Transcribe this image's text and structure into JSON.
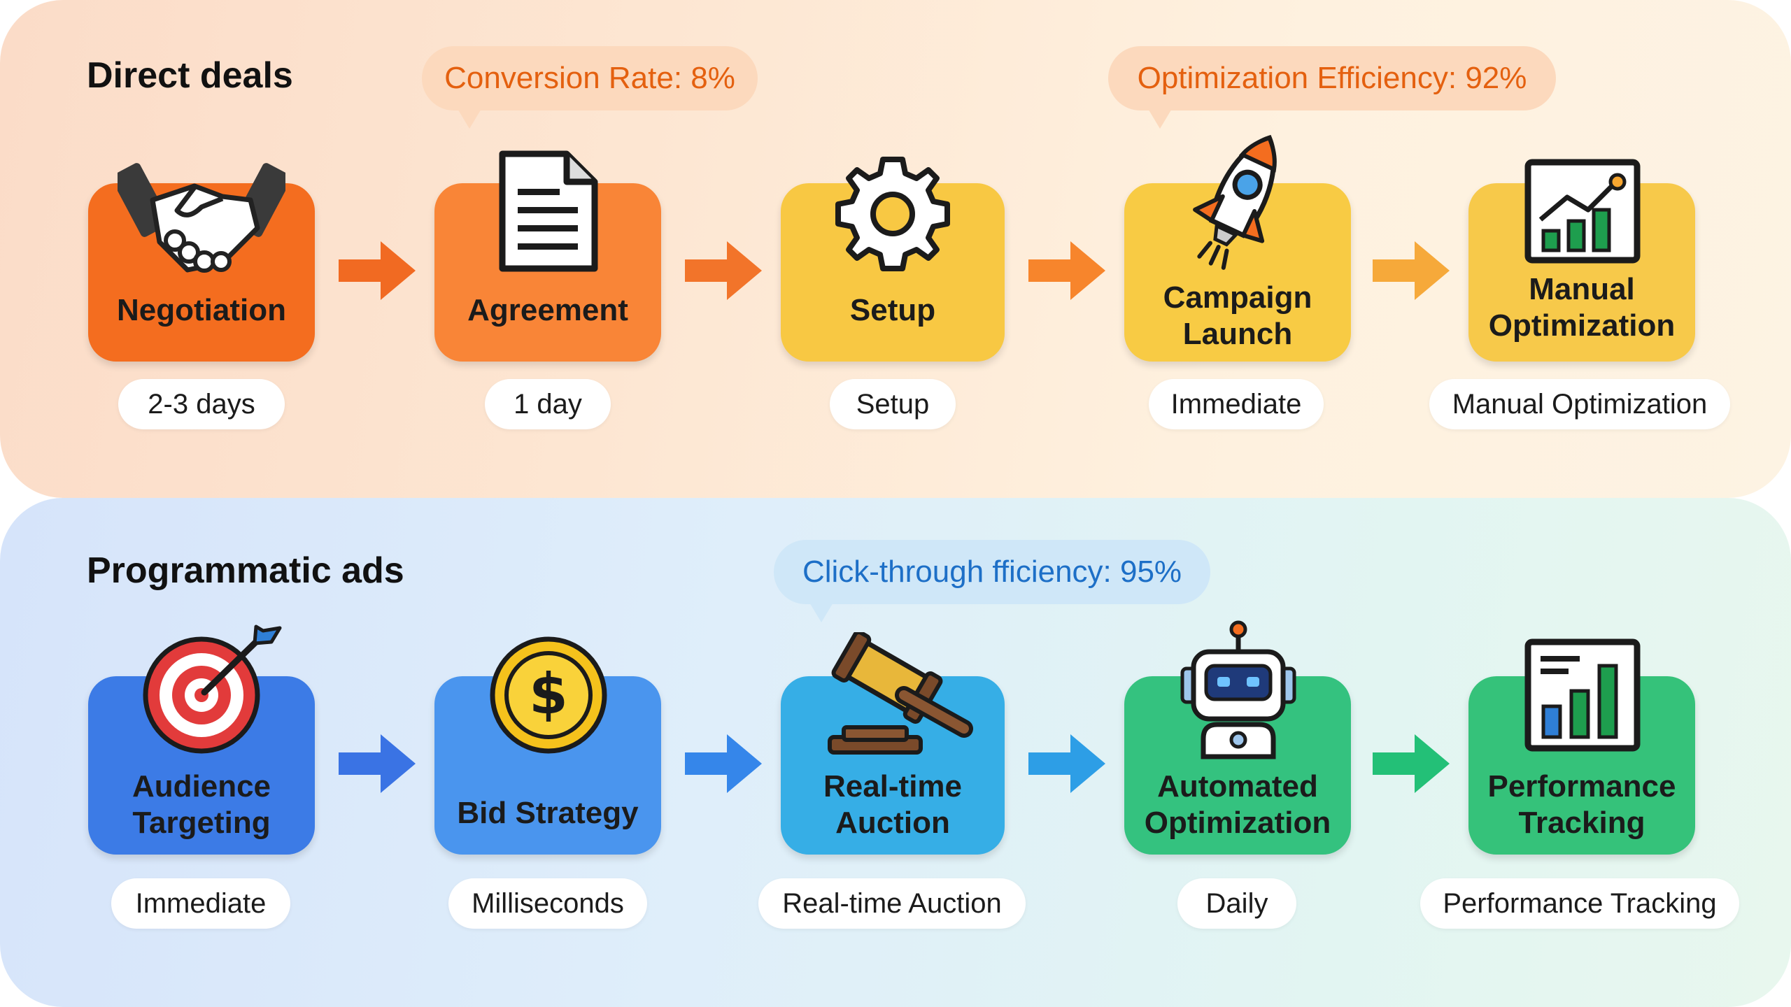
{
  "direct": {
    "title": "Direct deals",
    "callouts": [
      {
        "text": "Conversion Rate: 8%"
      },
      {
        "text": "Optimization Efficiency: 92%"
      }
    ],
    "steps": [
      {
        "label": "Negotiation",
        "duration": "2-3 days",
        "icon": "handshake-icon"
      },
      {
        "label": "Agreement",
        "duration": "1 day",
        "icon": "document-icon"
      },
      {
        "label": "Setup",
        "duration": "Setup",
        "icon": "gear-icon"
      },
      {
        "label": "Campaign Launch",
        "duration": "Immediate",
        "icon": "rocket-icon"
      },
      {
        "label": "Manual Optimization",
        "duration": "Manual Optimization",
        "icon": "chart-line-icon"
      }
    ],
    "colors": [
      "#f46d1f",
      "#f98537",
      "#f8c843",
      "#f8cb44",
      "#f7c94a"
    ],
    "arrow_colors": [
      "#f16a22",
      "#f2742a",
      "#f7852c",
      "#f6a93a"
    ]
  },
  "programmatic": {
    "title": "Programmatic ads",
    "callouts": [
      {
        "text": "Click-through fficiency: 95%"
      }
    ],
    "steps": [
      {
        "label": "Audience Targeting",
        "duration": "Immediate",
        "icon": "target-icon"
      },
      {
        "label": "Bid Strategy",
        "duration": "Milliseconds",
        "icon": "dollar-coin-icon"
      },
      {
        "label": "Real-time Auction",
        "duration": "Real-time Auction",
        "icon": "gavel-icon"
      },
      {
        "label": "Automated Optimization",
        "duration": "Daily",
        "icon": "robot-icon"
      },
      {
        "label": "Performance Tracking",
        "duration": "Performance Tracking",
        "icon": "bar-chart-icon"
      }
    ],
    "colors": [
      "#3c7be6",
      "#4a95ee",
      "#36aee6",
      "#34c27f",
      "#35c27a"
    ],
    "arrow_colors": [
      "#3a73e4",
      "#3586ea",
      "#2d9ee6",
      "#23c077"
    ]
  }
}
